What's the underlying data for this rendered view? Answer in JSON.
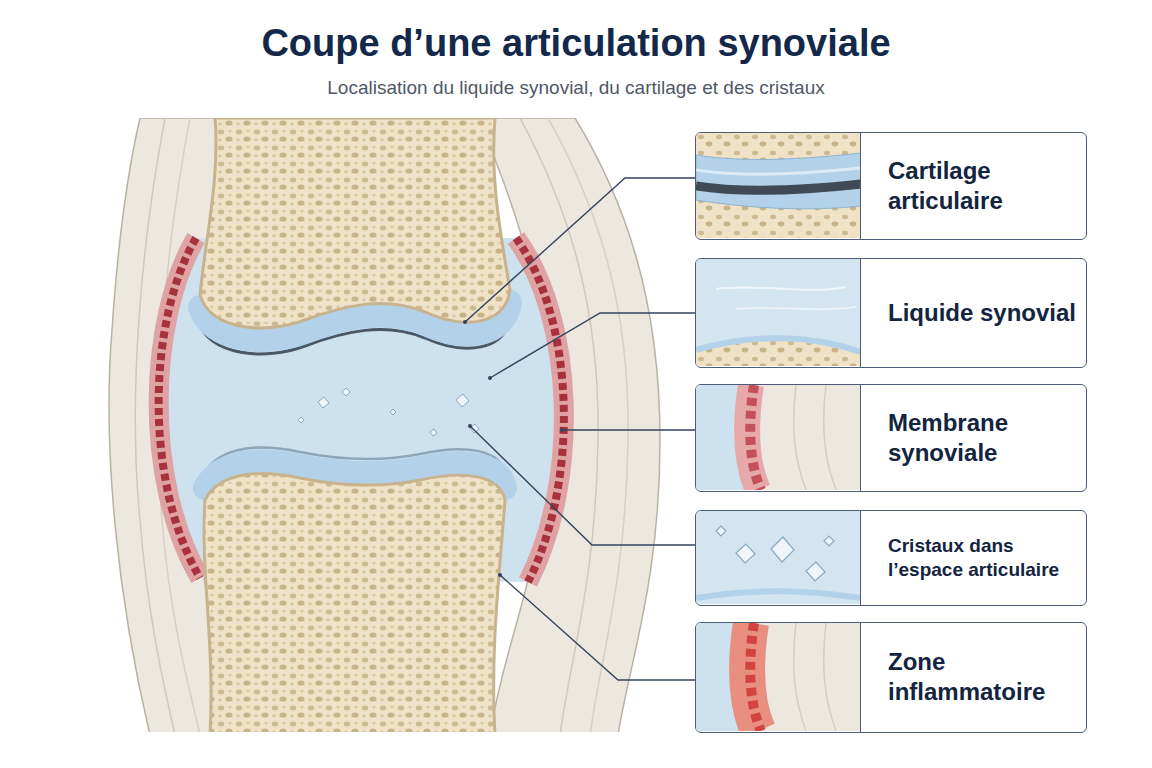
{
  "diagram": {
    "title": "Coupe d’une articulation synoviale",
    "nodes": [
      {
        "text": [
          "Cartilage articulaire"
        ]
      },
      {
        "text": [
          "Liquide synovial"
        ]
      },
      {
        "text": [
          "Membrane synoviale"
        ]
      },
      {
        "text": [
          "Cristaux dans l’espace articulaire"
        ]
      },
      {
        "text": [
          "Zone inflammatoire"
        ]
      }
    ],
    "labels": [
      "Localisation du liquide synovial, du cartilage et des cristaux"
    ]
  }
}
